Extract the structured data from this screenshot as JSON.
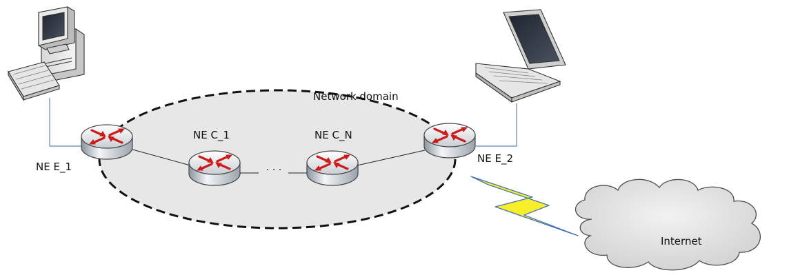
{
  "diagram": {
    "domain_label": "Network domain",
    "nodes": {
      "edge_1": "NE E_1",
      "core_1": "NE C_1",
      "core_n": "NE C_N",
      "edge_2": "NE E_2"
    },
    "ellipsis": "· · ·",
    "internet_label": "Internet"
  }
}
